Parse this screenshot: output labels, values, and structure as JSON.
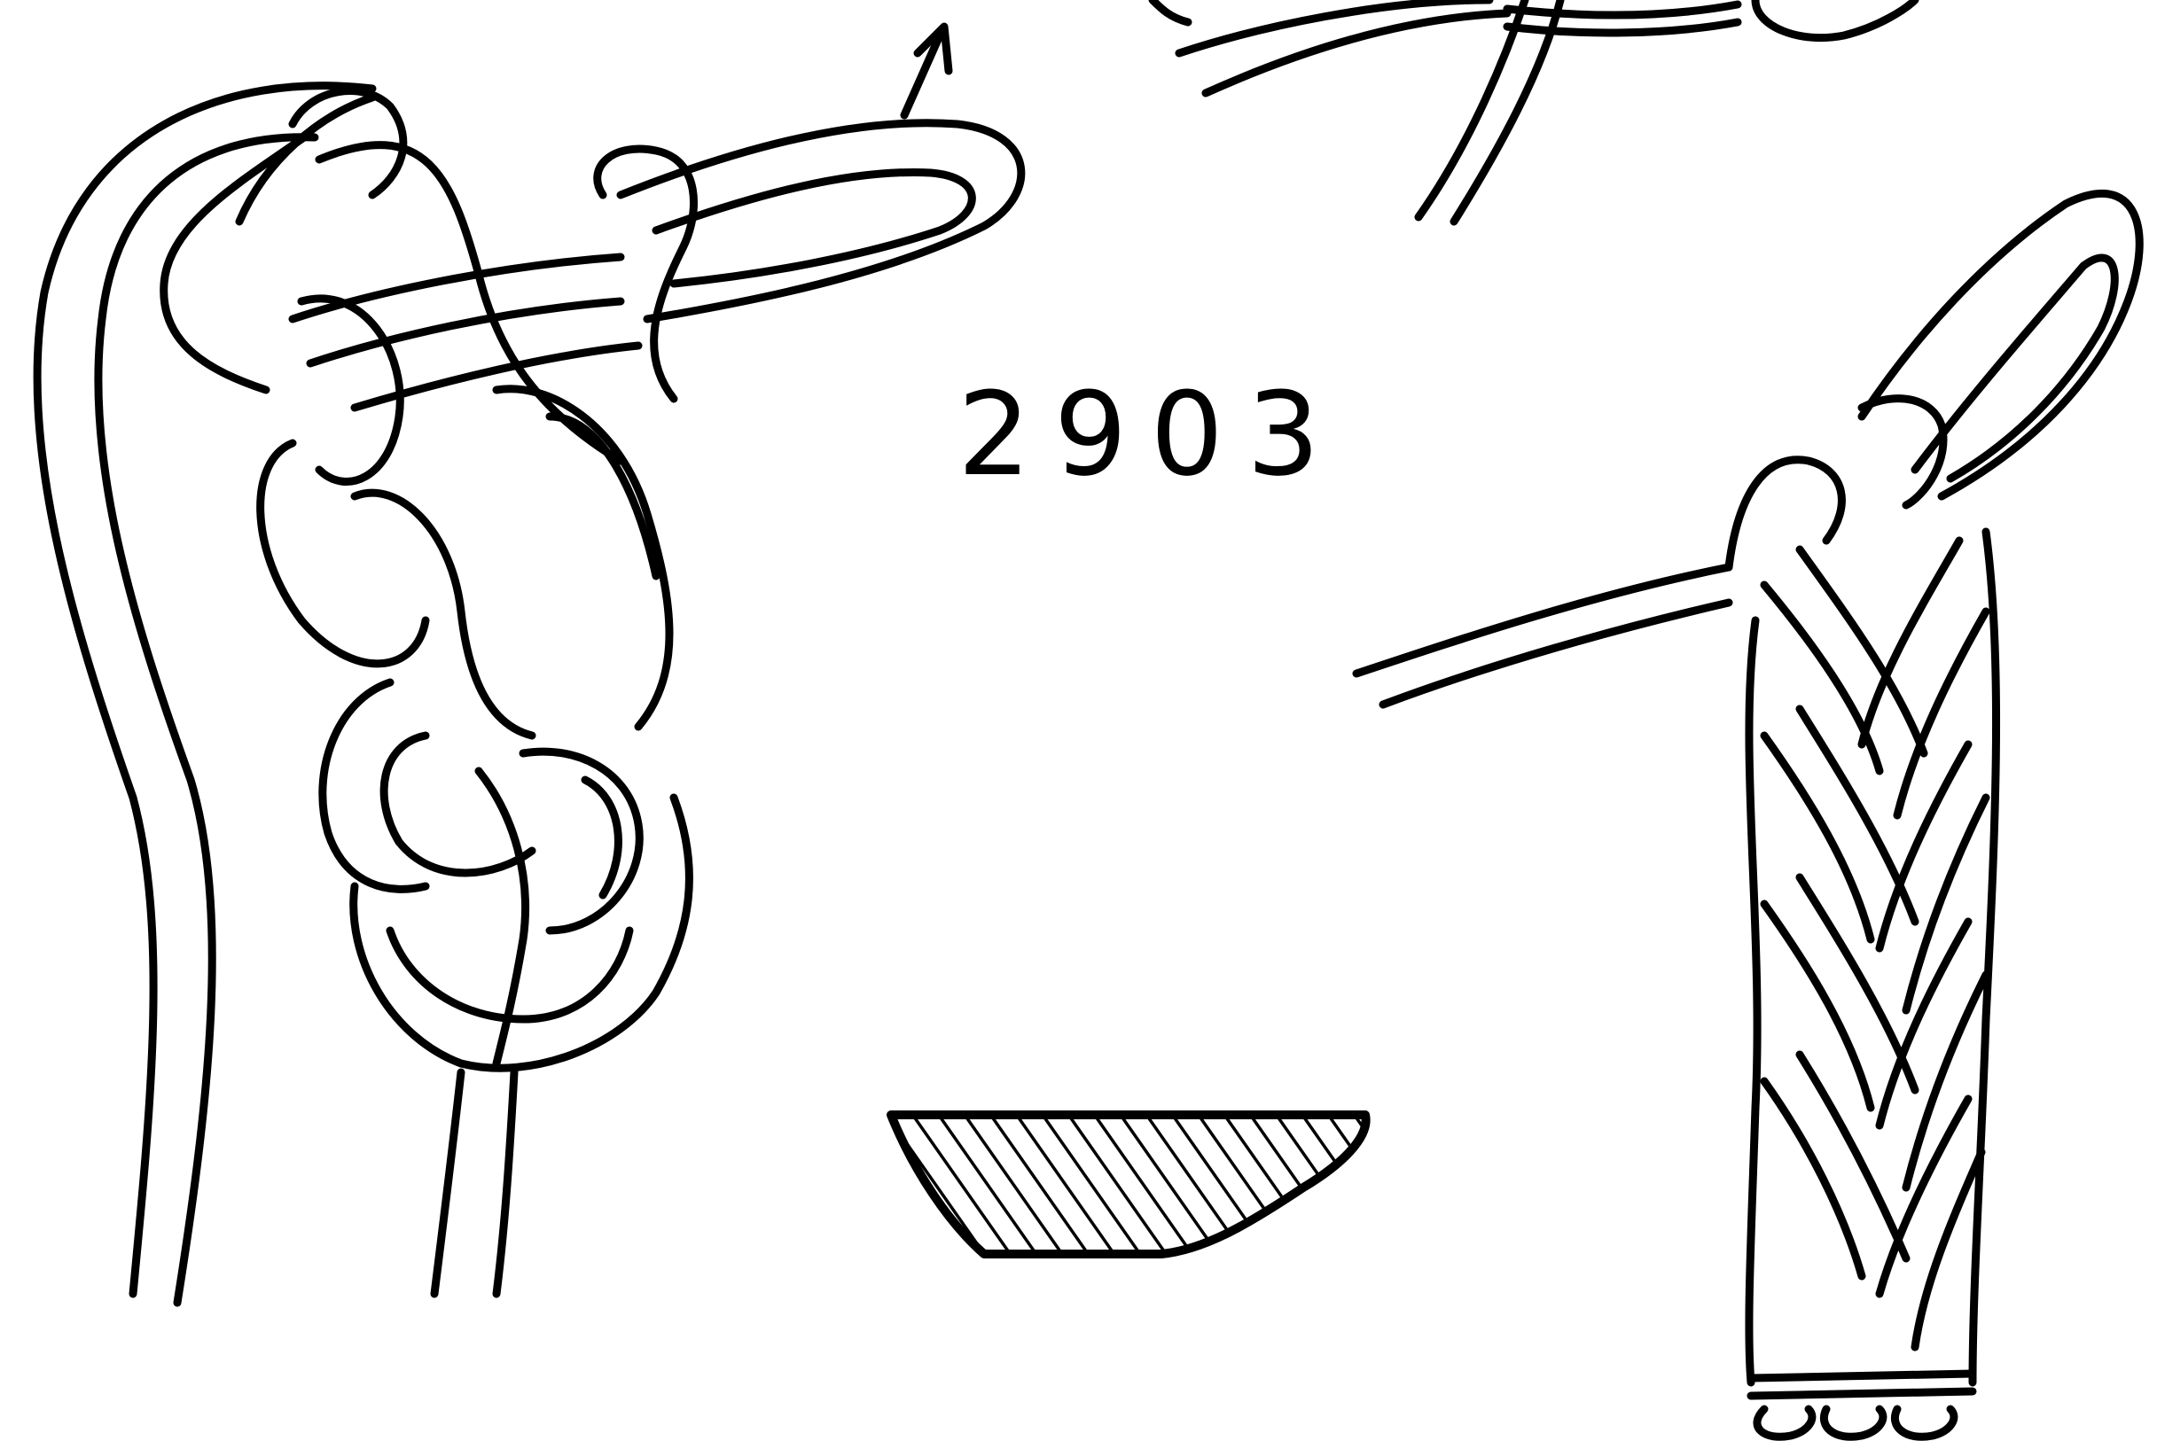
{
  "figure": {
    "number_label": "2903",
    "ink_color": "#000000",
    "paper_color": "#ffffff"
  },
  "drawings": [
    {
      "name": "braided-knot-with-loops",
      "arrow": "up"
    },
    {
      "name": "cord-crossing-detail"
    },
    {
      "name": "hatched-cross-section"
    },
    {
      "name": "braided-cord-with-loop-and-strand"
    }
  ]
}
